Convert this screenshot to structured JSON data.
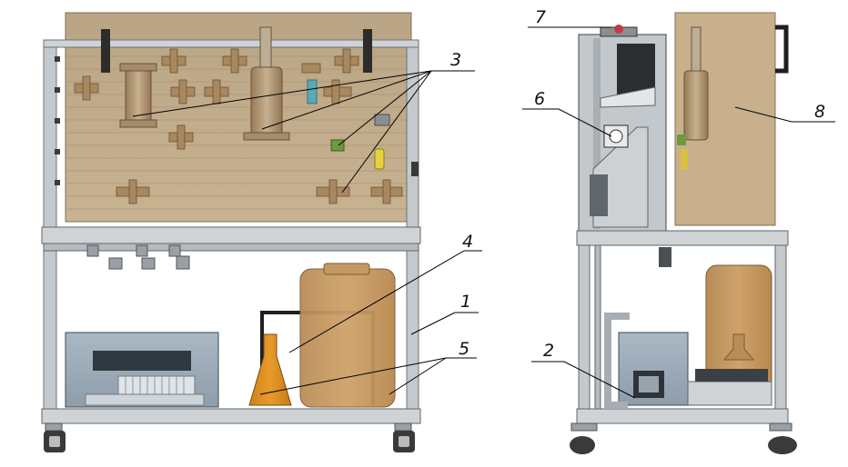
{
  "figure": {
    "background": "#ffffff",
    "line_color": "#000000",
    "frame_color": "#bdc2c6",
    "panel_color": "#c9b28c",
    "vessel_color": "#c69a5e",
    "liquid_color": "#d7891d"
  },
  "labels": [
    {
      "id": "1",
      "text": "1"
    },
    {
      "id": "2",
      "text": "2"
    },
    {
      "id": "3",
      "text": "3"
    },
    {
      "id": "4",
      "text": "4"
    },
    {
      "id": "5",
      "text": "5"
    },
    {
      "id": "6",
      "text": "6"
    },
    {
      "id": "7",
      "text": "7"
    },
    {
      "id": "8",
      "text": "8"
    }
  ]
}
